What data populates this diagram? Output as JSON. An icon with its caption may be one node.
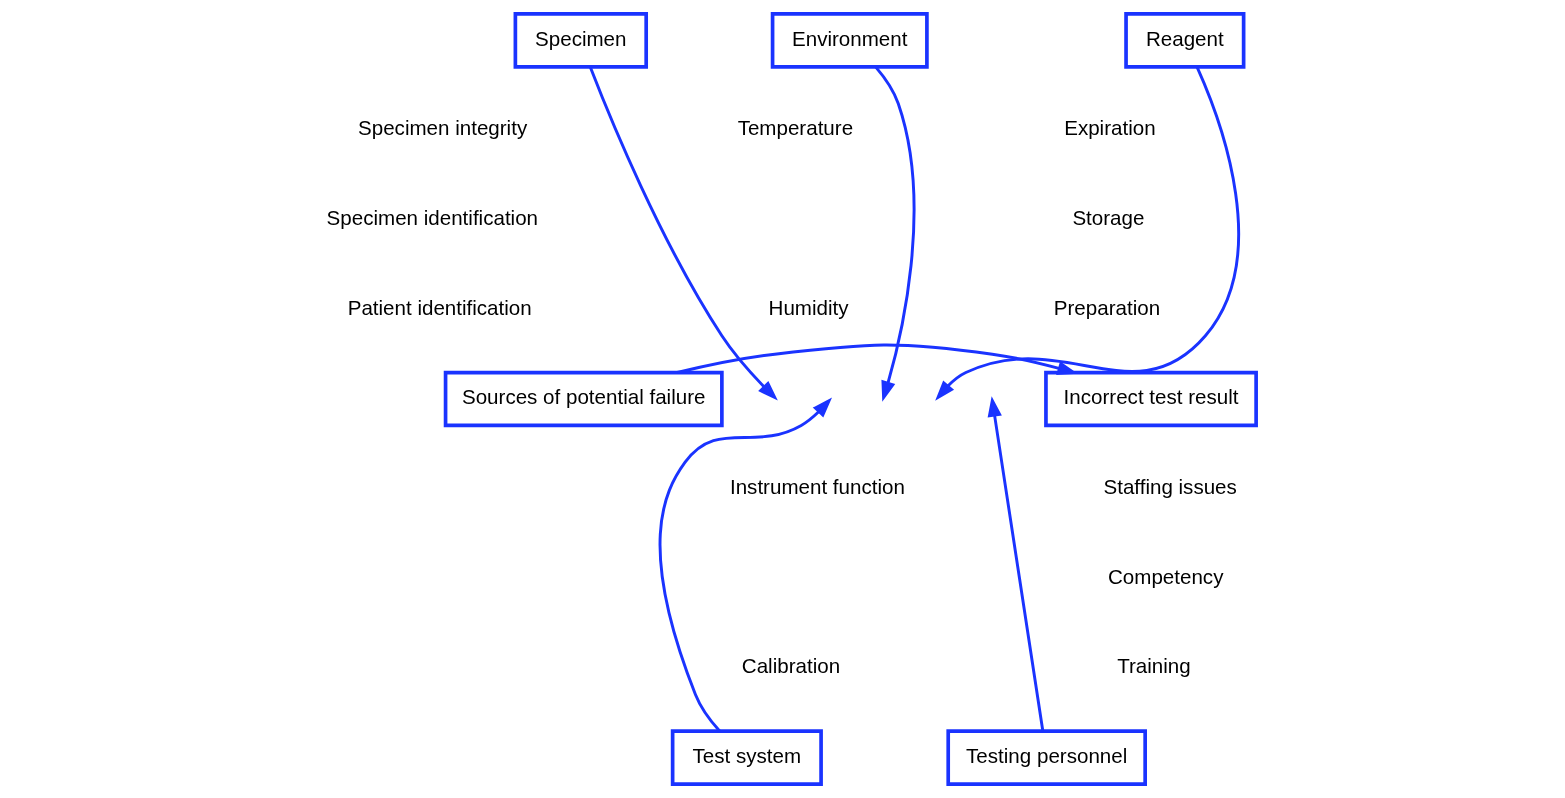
{
  "diagram": {
    "nodes": [
      {
        "text": [
          "Specimen"
        ]
      },
      {
        "text": [
          "Environment"
        ]
      },
      {
        "text": [
          "Reagent"
        ]
      },
      {
        "text": [
          "Sources of potential failure"
        ]
      },
      {
        "text": [
          "Incorrect test result"
        ]
      },
      {
        "text": [
          "Test system"
        ]
      },
      {
        "text": [
          "Testing personnel"
        ]
      }
    ],
    "edges": [
      {
        "from": 3,
        "to": 4,
        "arrow": "to"
      },
      {
        "from": 0,
        "to": null,
        "arrow": "to"
      },
      {
        "from": 1,
        "to": null,
        "arrow": "to"
      },
      {
        "from": 2,
        "to": null,
        "arrow": "to"
      },
      {
        "from": 5,
        "to": null,
        "arrow": "to"
      },
      {
        "from": 6,
        "to": null,
        "arrow": "to"
      }
    ],
    "labels": [
      "Specimen integrity",
      "Temperature",
      "Expiration",
      "Specimen identification",
      "Storage",
      "Humidity",
      "Patient identification",
      "Preparation",
      "Training",
      "Calibration",
      "Competency",
      "Staffing issues",
      "Instrument function"
    ]
  }
}
